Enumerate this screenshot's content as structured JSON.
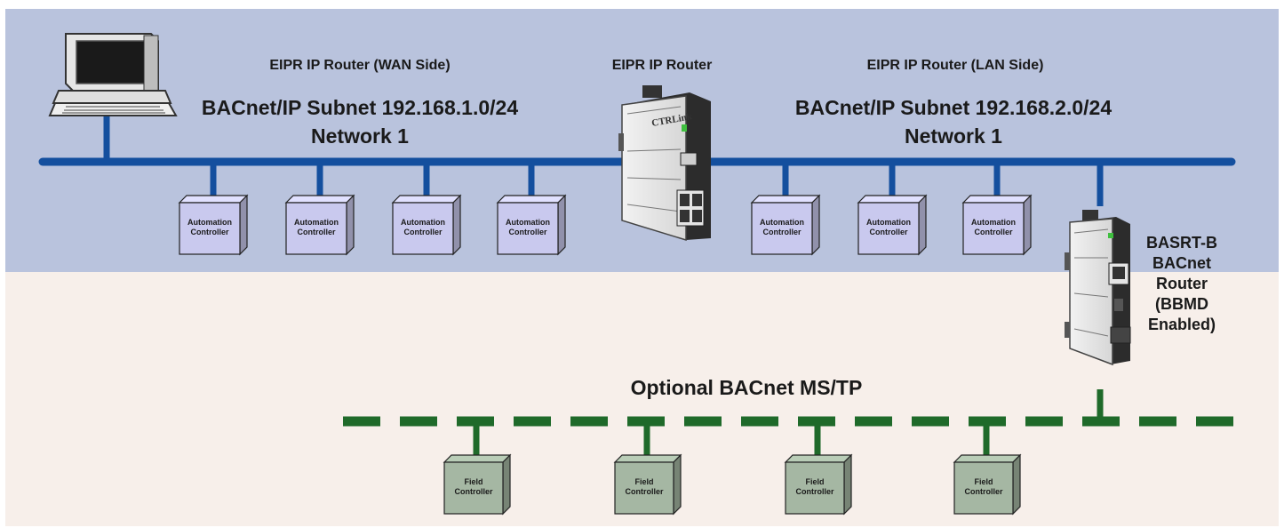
{
  "colors": {
    "wan_band": "#b9c3dd",
    "lower_band": "#f7efea",
    "ip_bus": "#144f9e",
    "mstp_bus": "#1f6a2a",
    "automation_box": "#c9c9ee",
    "field_box": "#a5b7a3"
  },
  "labels": {
    "wan_side": "EIPR IP Router (WAN Side)",
    "router": "EIPR IP Router",
    "lan_side": "EIPR IP Router (LAN Side)",
    "subnet_left": "BACnet/IP Subnet 192.168.1.0/24",
    "network_left": "Network 1",
    "subnet_right": "BACnet/IP Subnet 192.168.2.0/24",
    "network_right": "Network 1",
    "basrt": [
      "BASRT-B",
      "BACnet",
      "Router",
      "(BBMD",
      "Enabled)"
    ],
    "mstp": "Optional BACnet MS/TP"
  },
  "automation_controllers": [
    {
      "line1": "Automation",
      "line2": "Controller"
    },
    {
      "line1": "Automation",
      "line2": "Controller"
    },
    {
      "line1": "Automation",
      "line2": "Controller"
    },
    {
      "line1": "Automation",
      "line2": "Controller"
    },
    {
      "line1": "Automation",
      "line2": "Controller"
    },
    {
      "line1": "Automation",
      "line2": "Controller"
    },
    {
      "line1": "Automation",
      "line2": "Controller"
    }
  ],
  "field_controllers": [
    {
      "line1": "Field",
      "line2": "Controller"
    },
    {
      "line1": "Field",
      "line2": "Controller"
    },
    {
      "line1": "Field",
      "line2": "Controller"
    },
    {
      "line1": "Field",
      "line2": "Controller"
    }
  ],
  "devices": {
    "computer": "computer-icon",
    "eipr": "eipr-router-device",
    "basrt": "basrt-router-device",
    "eipr_brand": "CTRLink"
  }
}
